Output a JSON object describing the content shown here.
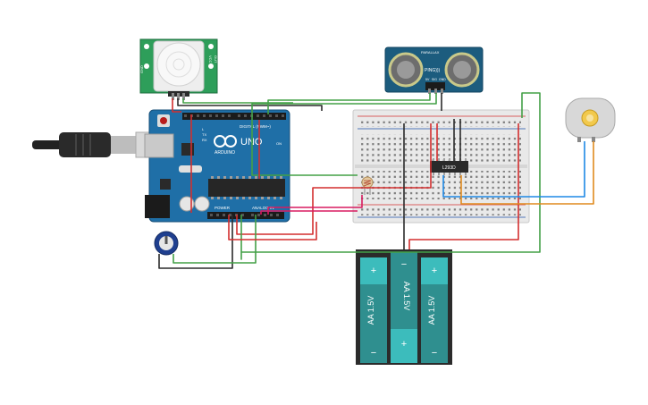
{
  "pir_sensor": {
    "pin_labels": [
      "VCC",
      "OUT",
      "GND"
    ]
  },
  "ultrasonic_sensor": {
    "brand_label": "PARALLAX",
    "model_label": "PING)))",
    "pin_labels": [
      "5V",
      "SIG",
      "GND"
    ]
  },
  "arduino": {
    "logo_text": "ARDUINO",
    "model_text": "UNO",
    "digital_label": "DIGITAL (PWM~)",
    "power_label": "POWER",
    "analog_label": "ANALOG IN",
    "tx_label": "TX",
    "rx_label": "RX",
    "led_label": "L",
    "on_label": "ON"
  },
  "motor_driver": {
    "label": "L293D"
  },
  "battery_pack": {
    "cell_label": "AA 1.5V",
    "plus": "+",
    "minus": "−"
  },
  "colors": {
    "wire_red": "#d32f2f",
    "wire_black": "#2b2b2b",
    "wire_green": "#43a047",
    "wire_blue": "#1e88e5",
    "wire_orange": "#e08a1e",
    "wire_magenta": "#d81b60",
    "board_blue": "#1f6fa7",
    "battery_teal": "#3cbcbc",
    "sensor_green": "#2e9e5a",
    "sensor_blue": "#1c5c7e"
  }
}
